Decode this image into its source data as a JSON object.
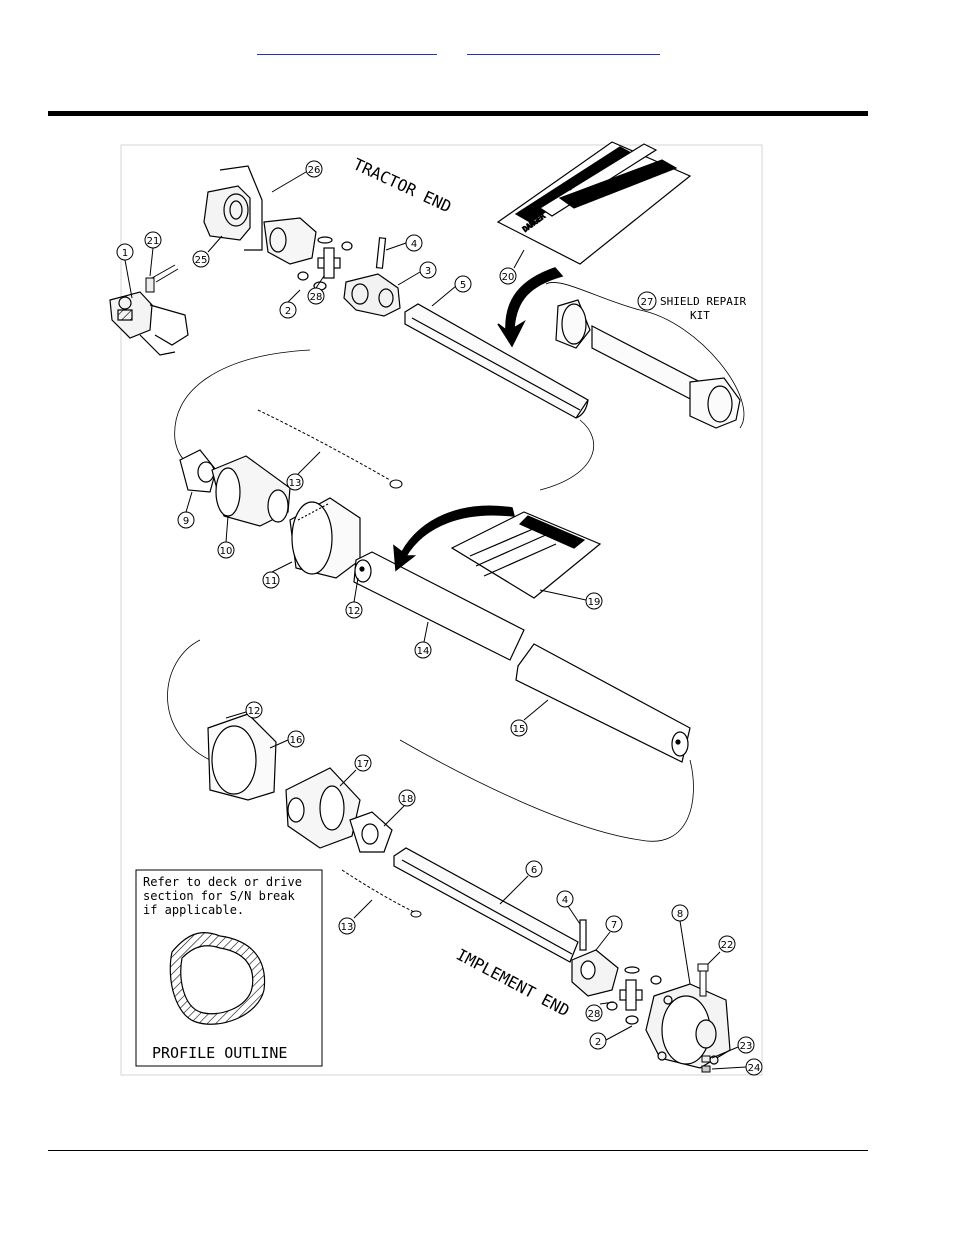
{
  "header": {
    "link_left": "",
    "link_right": ""
  },
  "diagram": {
    "label_tractor_end": "TRACTOR END",
    "label_implement_end": "IMPLEMENT END",
    "label_shield_repair_kit_line1": "SHIELD REPAIR",
    "label_shield_repair_kit_line2": "KIT",
    "note_line1": "Refer to deck or drive",
    "note_line2": "section for S/N break",
    "note_line3": "if applicable.",
    "profile_outline": "PROFILE OUTLINE",
    "decal_text": "DANGER",
    "callouts": [
      "1",
      "21",
      "25",
      "26",
      "2",
      "28",
      "4",
      "3",
      "5",
      "20",
      "27",
      "9",
      "10",
      "13",
      "11",
      "12",
      "19",
      "14",
      "12",
      "16",
      "15",
      "17",
      "18",
      "13",
      "6",
      "4",
      "7",
      "8",
      "22",
      "28",
      "2",
      "23",
      "24"
    ]
  }
}
